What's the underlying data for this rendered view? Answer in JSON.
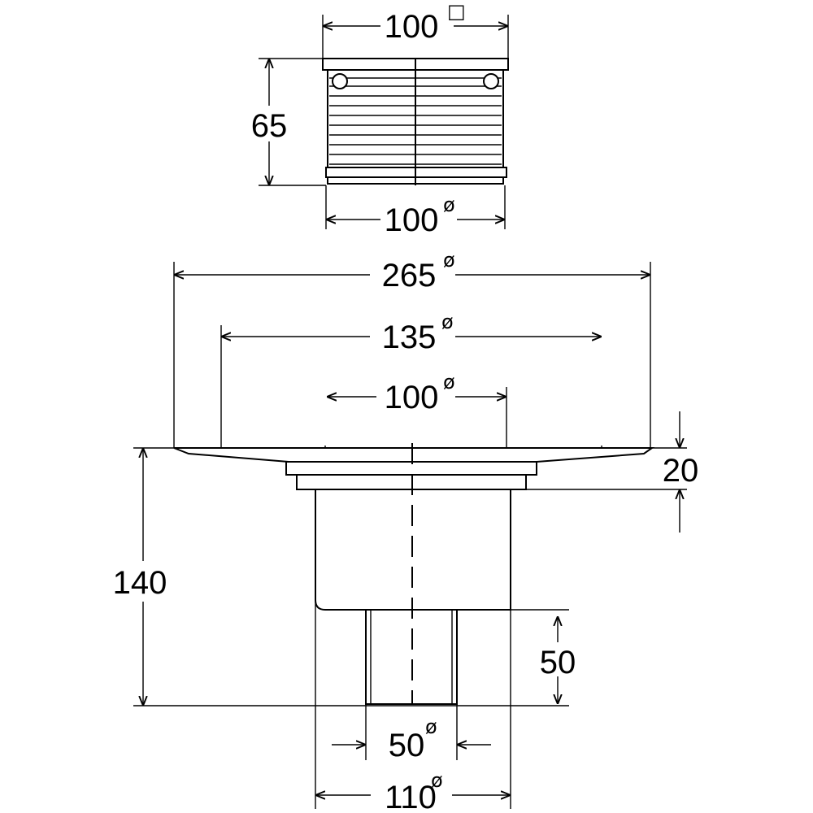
{
  "symbols": {
    "diameter": "ø",
    "square": "□"
  },
  "top_grate": {
    "width_square": "100",
    "height": "65",
    "bottom_diameter": "100"
  },
  "drain_body": {
    "flange_diameter": "265",
    "inner_ring_diameter": "135",
    "body_diameter": "100",
    "flange_height": "20",
    "total_height": "140",
    "outlet_length": "50",
    "outlet_diameter": "50",
    "housing_diameter": "110"
  }
}
